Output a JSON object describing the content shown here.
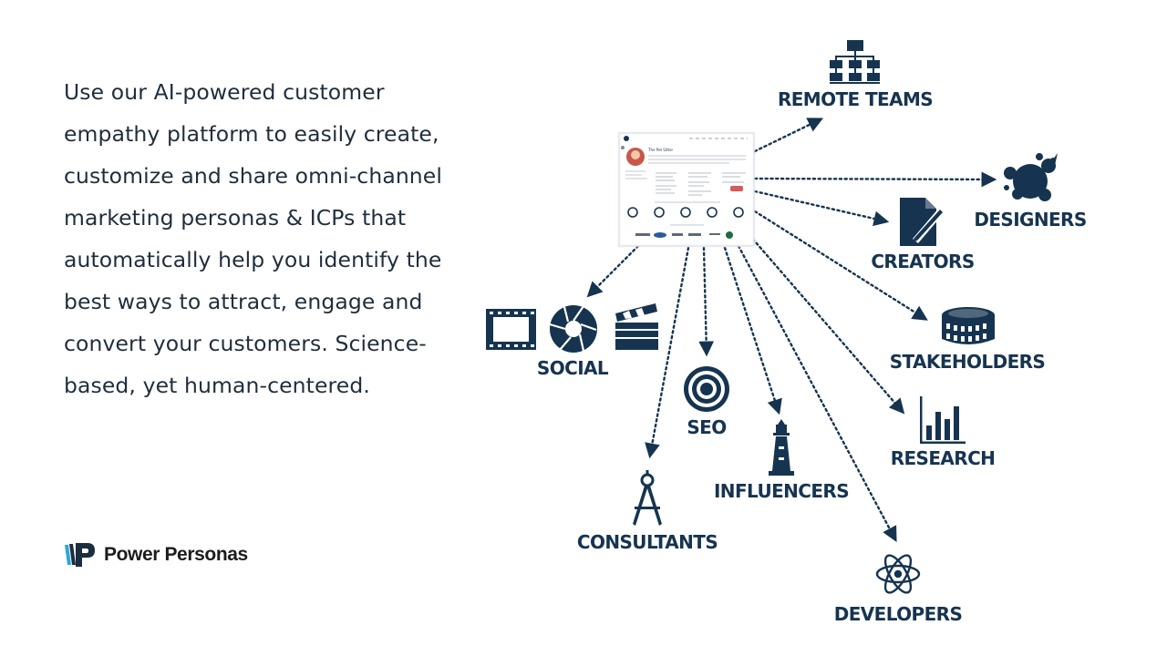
{
  "intro": {
    "text": "Use our AI-powered customer empathy platform to easily create, customize and share omni-channel marketing personas & ICPs that automatically help you identify the best ways to attract, engage and convert your customers. Science-based, yet human-centered."
  },
  "brand": {
    "name": "Power Personas",
    "logo_icon": "power-personas-logo-icon"
  },
  "persona_card": {
    "title": "The Pet Sitter"
  },
  "audiences": [
    {
      "key": "remote-teams",
      "label": "REMOTE TEAMS",
      "icon": "org-chart-icon"
    },
    {
      "key": "designers",
      "label": "DESIGNERS",
      "icon": "paint-splat-icon"
    },
    {
      "key": "creators",
      "label": "CREATORS",
      "icon": "document-pen-icon"
    },
    {
      "key": "stakeholders",
      "label": "STAKEHOLDERS",
      "icon": "colosseum-icon"
    },
    {
      "key": "research",
      "label": "RESEARCH",
      "icon": "bar-chart-icon"
    },
    {
      "key": "developers",
      "label": "DEVELOPERS",
      "icon": "atom-icon"
    },
    {
      "key": "influencers",
      "label": "INFLUENCERS",
      "icon": "lighthouse-icon"
    },
    {
      "key": "seo",
      "label": "SEO",
      "icon": "target-icon"
    },
    {
      "key": "consultants",
      "label": "CONSULTANTS",
      "icon": "compass-icon"
    },
    {
      "key": "social",
      "label": "SOCIAL",
      "icon": "film-camera-clapper-icon"
    }
  ],
  "colors": {
    "navy": "#163450",
    "text": "#1f2e3d"
  }
}
